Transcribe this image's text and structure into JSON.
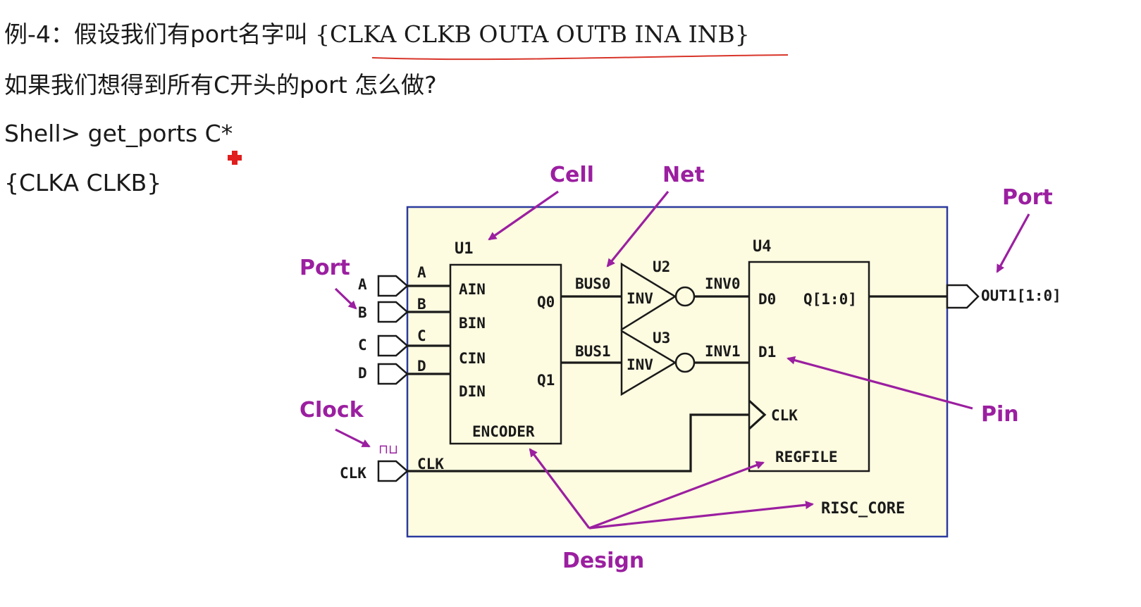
{
  "slide": {
    "line1_prefix": "例-4：假设我们有port名字叫 ",
    "line1_ports": "{CLKA CLKB OUTA OUTB INA INB}",
    "line2": "如果我们想得到所有C开头的port 怎么做?",
    "line3": "Shell> get_ports C*",
    "line4": "{CLKA CLKB}"
  },
  "diagram": {
    "callouts": {
      "cell": "Cell",
      "net": "Net",
      "port_left": "Port",
      "port_right": "Port",
      "clock": "Clock",
      "pin": "Pin",
      "design": "Design"
    },
    "input_ports": [
      "A",
      "B",
      "C",
      "D"
    ],
    "clk_port": "CLK",
    "clock_symbol": "⊓⊔",
    "input_nets": [
      "A",
      "B",
      "C",
      "D"
    ],
    "clk_net": "CLK",
    "u1": {
      "name": "U1",
      "pins_in": [
        "AIN",
        "BIN",
        "CIN",
        "DIN"
      ],
      "pins_out": [
        "Q0",
        "Q1"
      ],
      "type": "ENCODER"
    },
    "u2": {
      "name": "U2",
      "type": "INV"
    },
    "u3": {
      "name": "U3",
      "type": "INV"
    },
    "u4": {
      "name": "U4",
      "pins_in": [
        "D0",
        "D1"
      ],
      "clk_pin": "CLK",
      "pin_out": "Q[1:0]",
      "type": "REGFILE"
    },
    "nets": {
      "bus0": "BUS0",
      "bus1": "BUS1",
      "inv0": "INV0",
      "inv1": "INV1"
    },
    "out_port": "OUT1[1:0]",
    "design_name": "RISC_CORE",
    "colors": {
      "design_fill": "#fdfbe0",
      "design_border": "#2b3a9e",
      "callout": "#9b1fa0",
      "underline": "#d8352a",
      "pointer": "#e11d1d"
    }
  }
}
